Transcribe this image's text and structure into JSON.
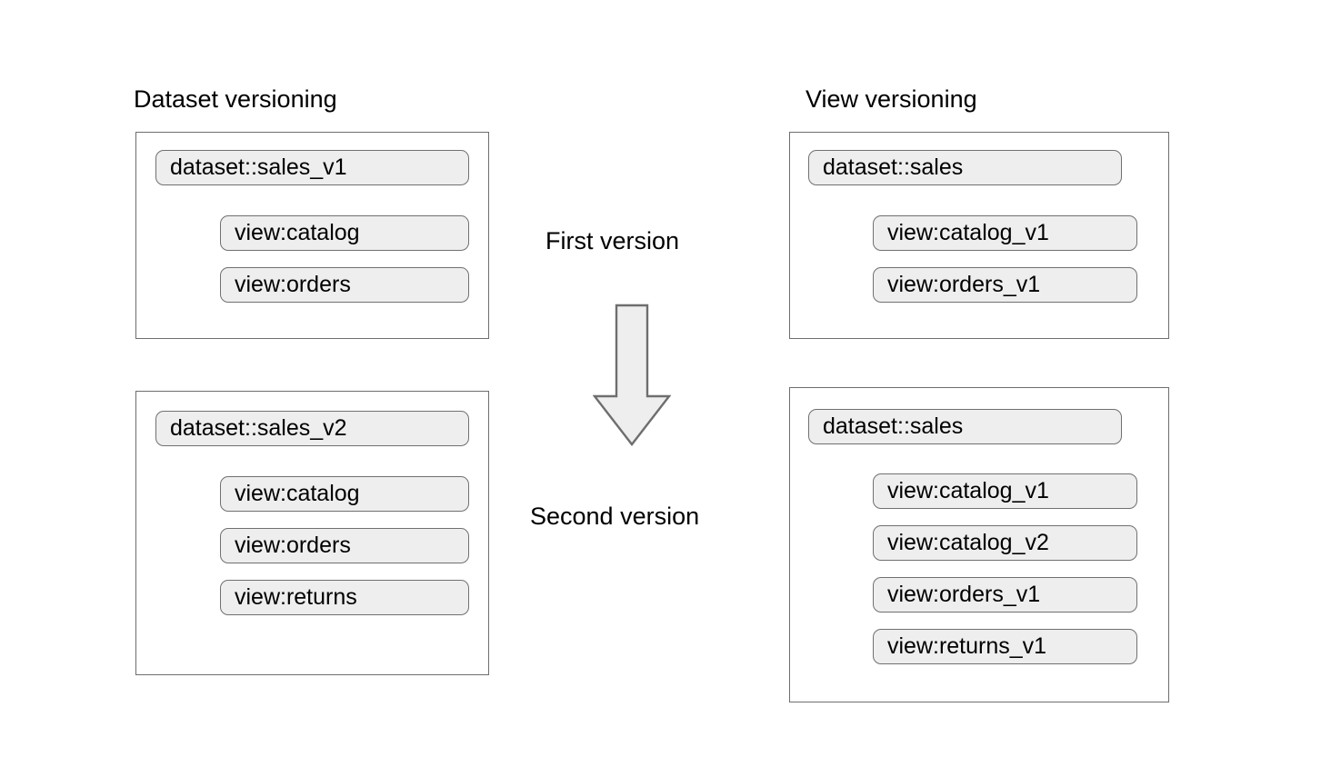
{
  "diagram": {
    "title_left": "Dataset versioning",
    "title_right": "View versioning",
    "center_labels": {
      "first": "First version",
      "second": "Second version"
    },
    "arrow": {
      "icon": "down-arrow-icon",
      "direction": "down",
      "fill": "#eeeeee",
      "stroke": "#6e6e6e"
    },
    "colors": {
      "pill_fill": "#eeeeee",
      "pill_border": "#70706f",
      "box_border": "#6e6e6e",
      "background": "#ffffff",
      "text": "#000000"
    },
    "groups": [
      {
        "id": "left-top",
        "column": "Dataset versioning",
        "version": "First version",
        "dataset": "dataset::sales_v1",
        "views": [
          "view:catalog",
          "view:orders"
        ]
      },
      {
        "id": "left-bottom",
        "column": "Dataset versioning",
        "version": "Second version",
        "dataset": "dataset::sales_v2",
        "views": [
          "view:catalog",
          "view:orders",
          "view:returns"
        ]
      },
      {
        "id": "right-top",
        "column": "View versioning",
        "version": "First version",
        "dataset": "dataset::sales",
        "views": [
          "view:catalog_v1",
          "view:orders_v1"
        ]
      },
      {
        "id": "right-bottom",
        "column": "View versioning",
        "version": "Second version",
        "dataset": "dataset::sales",
        "views": [
          "view:catalog_v1",
          "view:catalog_v2",
          "view:orders_v1",
          "view:returns_v1"
        ]
      }
    ]
  }
}
